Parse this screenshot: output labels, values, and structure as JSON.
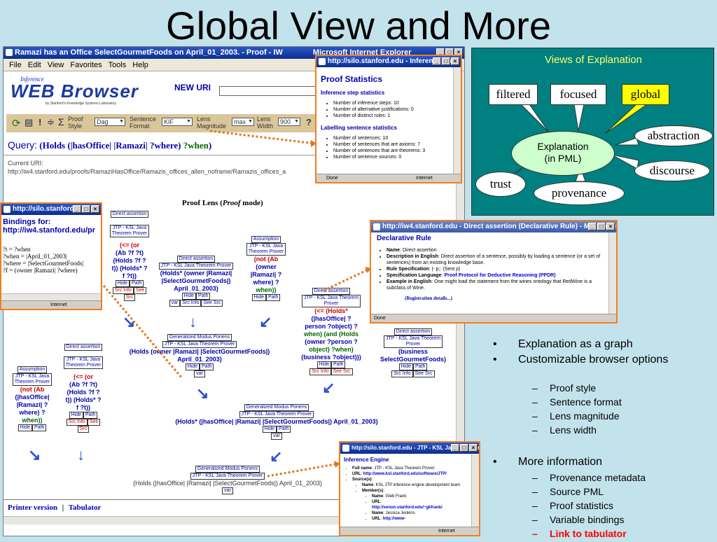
{
  "slide": {
    "title": "Global View and More"
  },
  "browser": {
    "title": "Ramazi has an Office SelectGourmetFoods on April_01_2003. - Proof - IW",
    "title_tail": "Microsoft Internet Explorer",
    "menu": [
      "File",
      "Edit",
      "View",
      "Favorites",
      "Tools",
      "Help"
    ],
    "logo_inference": "Inference",
    "logo_main": "WEB Browser",
    "logo_sub": "by Stanford's Knowledge Systems Laboratory",
    "new_uri_label": "NEW URI",
    "opts": {
      "proof_style_label": "Proof Style",
      "proof_style_value": "Dag",
      "sentence_format_label": "Sentence Format",
      "sentence_format_value": "KIF",
      "lens_magnitude_label": "Lens Magnitude",
      "lens_magnitude_value": "max",
      "lens_width_label": "Lens Width",
      "lens_width_value": "900",
      "help": "?"
    },
    "query_label": "Query:",
    "query_parts": [
      "(Holds (",
      "|hasOffice|",
      " ",
      "|Ramazi|",
      " ",
      "?where",
      ") ",
      "?when",
      ")"
    ],
    "current_uri_label": "Current URI:",
    "current_uri": "http://iw4.stanford.edu/proofs/RamaziHasOffice/Ramazis_offices_allen_noframe/Ramazis_offices_a",
    "proof_lens_title": "Proof Lens (",
    "proof_lens_italic": "Proof",
    "proof_lens_end": " mode)",
    "footer_printer": "Printer version",
    "footer_sep": "|",
    "footer_tabulator": "Tabulator"
  },
  "proof": {
    "n1": {
      "a": "Direct assertion",
      "b": "JTP - KSL Java",
      "c": "Theorem Prover",
      "f": [
        "(<= (or",
        "(Ab ?f ?t)",
        "(Holds ?f ?",
        "t)) (Holds* ?",
        "f ?t))"
      ],
      "btns": [
        "Hide",
        "Path",
        "Src Info",
        "See",
        "Src"
      ]
    },
    "n2": {
      "a": "Direct assertion",
      "b": "JTP - KSL Java Theorem Prover",
      "f": [
        "(Holds* (owner |Ramazi|",
        "|SelectGourmetFoods|)",
        "April_01_2003)"
      ],
      "btns": [
        "Hide",
        "Path",
        "var",
        "Src Info",
        "See Src"
      ]
    },
    "n3": {
      "a": "Assumption",
      "b": "JTP - KSL Java",
      "c": "Theorem Prover",
      "f": [
        "(not (Ab",
        "(owner",
        "|Ramazi| ?",
        "where) ?",
        "when))"
      ],
      "btns": [
        "Hide",
        "Path"
      ]
    },
    "n4": {
      "a": "Direct assertion",
      "b": "JTP - KSL Java Theorem",
      "c": "Prover",
      "f": [
        "(<= (Holds*",
        "(|hasOffice| ?",
        "person ?object) ?",
        "when) (and (Holds",
        "(owner ?person ?",
        "object) ?when)",
        "(business ?object)))"
      ],
      "btns": [
        "Hide",
        "Path",
        "Src Info",
        "See Src"
      ]
    },
    "n5": {
      "a": "Direct assertion",
      "b": "JTP - KSL Java Theorem",
      "c": "Prover",
      "f": [
        "(business",
        "SelectGourmetFoods)"
      ],
      "btns": [
        "Hide",
        "Path",
        "Src Info",
        "See Src"
      ]
    },
    "n6": {
      "a": "Generalized Modus Ponens",
      "b": "JTP - KSL Java Theorem Prover",
      "f": "(Holds (owner |Ramazi| |SelectGourmetFoods|) April_01_2003)",
      "btns": [
        "Hide",
        "Path",
        "var"
      ]
    },
    "n7": {
      "a": "Direct assertion",
      "b": "JTP - KSL Java",
      "c": "Theorem Prover",
      "f": [
        "(<= (or",
        "(Ab ?f ?t)",
        "(Holds ?f ?",
        "t)) (Holds* ?",
        "f ?t))"
      ],
      "btns": [
        "Hide",
        "Path",
        "Src Info",
        "See",
        "Src"
      ]
    },
    "n8": {
      "a": "Assumption",
      "b": "JTP - KSL Java",
      "c": "Theorem Prover",
      "f": [
        "(not (Ab",
        "(|hasOffice|",
        "|Ramazi| ?",
        "where) ?",
        "when))"
      ],
      "btns": [
        "Hide",
        "Path"
      ]
    },
    "n9": {
      "a": "Generalized Modus Ponens",
      "b": "JTP - KSL Java Theorem Prover",
      "f": "(Holds* (|hasOffice| |Ramazi| |SelectGourmetFoods|) April_01_2003)",
      "btns": [
        "Hide",
        "Path",
        "var"
      ]
    },
    "n10": {
      "a": "Generalized Modus Ponens",
      "b": "JTP - KSL Java Theorem Prover",
      "f": "(Holds (|hasOffice| |Ramazi| |SelectGourmetFoods|) April_01_2003)",
      "btns": [
        "var"
      ]
    }
  },
  "stats_popup": {
    "title": "http://silo.stanford.edu - Inference We...",
    "heading": "Proof Statistics",
    "sec1": "Inference step statistics",
    "items1": [
      "Number of inference steps: 10",
      "Number of alternative justifications: 0",
      "Number of distinct rules: 1"
    ],
    "sec2": "Labelling sentence statistics",
    "items2": [
      "Number of sentences: 10",
      "Number of sentences that are axioms: 7",
      "Number of sentences that are theorems: 3",
      "Number of sentence sources: 0"
    ],
    "status_left": "Done",
    "status_right": "Internet"
  },
  "bindings_popup": {
    "title": "http://silo.stanford....",
    "heading1": "Bindings for:",
    "heading2": "http://iw4.stanford.edu/pr",
    "lines": [
      "?t = ?when",
      "?when = |April_01_2003|",
      "?where = |SelectGourmetFoods|",
      "?f = (owner |Ramazi| ?where)"
    ],
    "status_right": "Internet"
  },
  "rule_popup": {
    "title": "http://iw4.stanford.edu - Direct assertion (Declarative Rule) - Mozilla Firef...",
    "heading": "Declarative Rule",
    "items": [
      {
        "k": "Name",
        "v": ": Direct assertion"
      },
      {
        "k": "Description in English",
        "v": ": Direct assertion of a sentence, possibly by loading a sentence (or a set of sentences) from an existing knowledge base."
      },
      {
        "k": "Rule Specification",
        "v": ": |- p;: (Sent p)"
      },
      {
        "k": "Specification Language",
        "v": ": ",
        "link": "Proof Protocol for Deductive Reasoning (PPDR)"
      },
      {
        "k": "Example in English",
        "v": ": One might load the statement from the wines ontology that RedWine is a subclass of Wine."
      }
    ],
    "reg": "(Registration details...)",
    "status_left": "Done"
  },
  "engine_popup": {
    "title": "http://silo.stanford.edu - JTP - KSL Java Theorem ...",
    "heading": "Inference Engine",
    "full_name_k": "Full name",
    "full_name_v": ": JTP - KSL Java Theorem Prover",
    "url_k": "URL",
    "url_v": "http://www.ksl.stanford.edu/software/JTP/",
    "sources_k": "Source(s)",
    "src_name_k": "Name",
    "src_name_v": ": KSL JTP inference engine development team",
    "members_k": "Member(s)",
    "m1_k": "Name",
    "m1_v": ": Gleb Frank",
    "m1_url_k": "URL",
    "m1_url_v": "http://xenon.stanford.edu/~gkfrank/",
    "m2_k": "Name",
    "m2_v": ": Jessica Jenkins",
    "m2_url_k": "URL",
    "m2_url_v": "http://www-",
    "status_right": "Internet"
  },
  "views": {
    "title": "Views of Explanation",
    "center": "Explanation",
    "center2": "(in PML)",
    "filtered": "filtered",
    "focused": "focused",
    "global": "global",
    "abstraction": "abstraction",
    "discourse": "discourse",
    "trust": "trust",
    "provenance": "provenance",
    "bg_color": "#008080",
    "center_color": "#ccffcc",
    "global_color": "#ffff00"
  },
  "bullets": {
    "b1": "Explanation as a graph",
    "b2": "Customizable browser options",
    "b2_subs": [
      "Proof style",
      "Sentence format",
      "Lens magnitude",
      "Lens width"
    ],
    "b3": "More information",
    "b3_subs": [
      "Provenance metadata",
      "Source PML",
      "Proof statistics",
      "Variable bindings"
    ],
    "b3_last": "Link to tabulator",
    "dot": "•",
    "dash": "–"
  }
}
